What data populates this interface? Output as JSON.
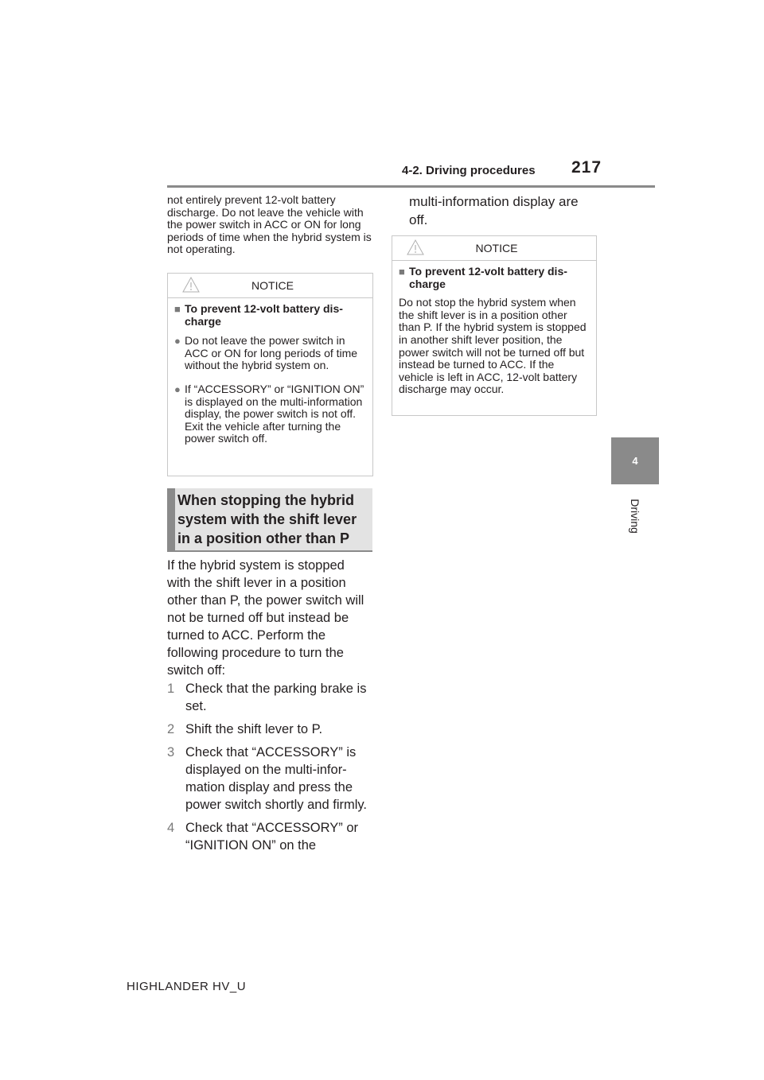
{
  "header": {
    "section": "4-2. Driving procedures",
    "page_number": "217"
  },
  "chapter_tab": {
    "number": "4",
    "label": "Driving"
  },
  "column1": {
    "intro_text": "not entirely prevent 12-volt battery discharge. Do not leave the vehicle with the power switch in ACC or ON for long periods of time when the hybrid system is not operating.",
    "notice": {
      "label": "NOTICE",
      "title": "To prevent 12-volt battery dis-charge",
      "items": [
        "Do not leave the power switch in ACC or ON for long periods of time without the hybrid system on.",
        "If “ACCESSORY” or “IGNITION ON” is displayed on the multi-information display, the power switch is not off. Exit the vehicle after turning the power switch off."
      ]
    },
    "heading": "When stopping the hybrid system with the shift lever in a position other than P",
    "body": "If the hybrid system is stopped with the shift lever in a position other than P, the power switch will not be turned off but instead be turned to ACC. Perform the following procedure to turn the switch off:",
    "steps": [
      {
        "num": "1",
        "text": "Check that the parking brake is set."
      },
      {
        "num": "2",
        "text": "Shift the shift lever to P."
      },
      {
        "num": "3",
        "text": "Check that “ACCESSORY” is displayed on the multi-infor-mation display and press the power switch shortly and firmly."
      },
      {
        "num": "4",
        "text": "Check that “ACCESSORY” or “IGNITION ON” on the"
      }
    ]
  },
  "column2": {
    "continuation": "multi-information display are off.",
    "notice": {
      "label": "NOTICE",
      "title": "To prevent 12-volt battery dis-charge",
      "text": "Do not stop the hybrid system when the shift lever is in a position other than P. If the hybrid system is stopped in another shift lever position, the power switch will not be turned off but instead be turned to ACC. If the vehicle is left in ACC, 12-volt battery discharge may occur."
    }
  },
  "footer": {
    "model": "HIGHLANDER HV_U"
  },
  "bullets": {
    "square": "■",
    "circle": "●"
  },
  "colors": {
    "rule": "#8a8a8a",
    "heading_bg": "#e3e3e3",
    "bullet": "#7a7a7a",
    "border": "#c8c8c8"
  }
}
